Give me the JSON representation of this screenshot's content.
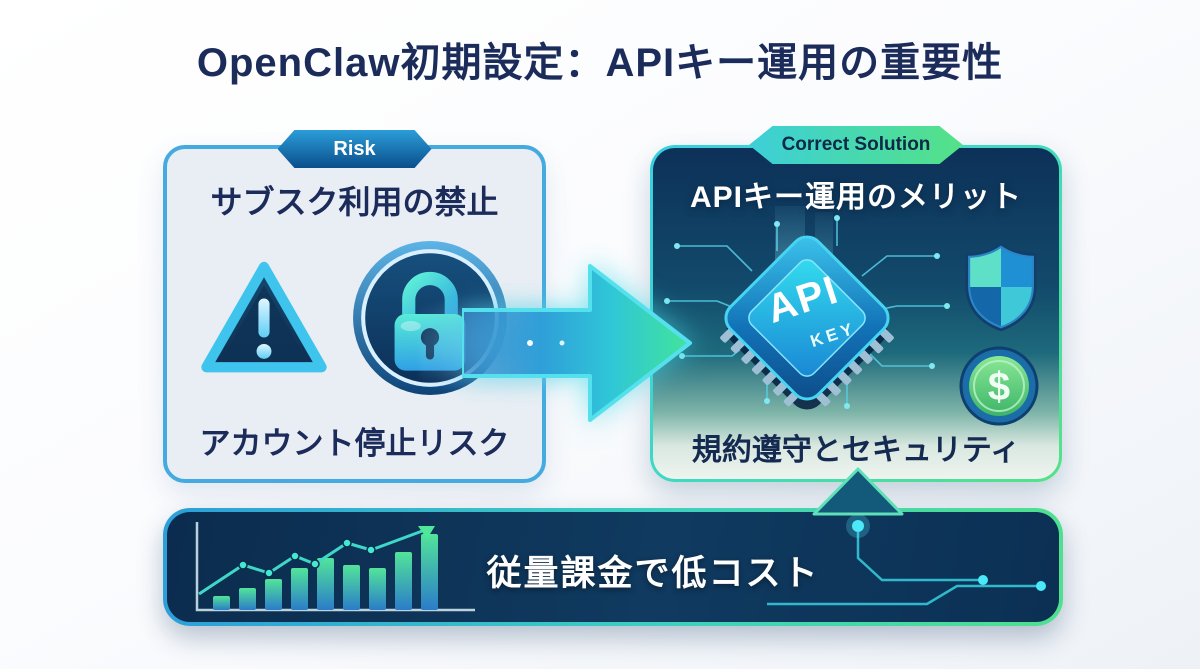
{
  "title": "OpenClaw初期設定：APIキー運用の重要性",
  "risk_card": {
    "badge": "Risk",
    "heading": "サブスク利用の禁止",
    "footer": "アカウント停止リスク",
    "icons": [
      "warning-triangle-icon",
      "lock-icon"
    ]
  },
  "solution_card": {
    "badge": "Correct Solution",
    "heading": "APIキー運用のメリット",
    "chip_api": "API",
    "chip_key": "KEY",
    "footer": "規約遵守とセキュリティ",
    "icons": [
      "api-chip-icon",
      "shield-icon",
      "dollar-coin-icon"
    ]
  },
  "flow": {
    "icons": [
      "arrow-right-icon",
      "arrow-up-connector-icon"
    ]
  },
  "banner": {
    "label": "従量課金で低コスト",
    "chart_bars": [
      14,
      22,
      31,
      42,
      52,
      45,
      42,
      58,
      76
    ],
    "icons": [
      "growth-chart-icon",
      "circuit-traces-icon"
    ]
  },
  "colors": {
    "title_navy": "#1b2b5a",
    "risk_border": "#45aadf",
    "risk_bg": "#e9eef4",
    "risk_badge_top": "#2b9dd8",
    "risk_badge_bottom": "#0a4f8c",
    "solution_badge_left": "#3ccfd8",
    "solution_badge_right": "#54e287",
    "panel_navy": "#0d3159",
    "banner_bg": "#0b2c4e",
    "accent_cyan": "#3fd4f0",
    "accent_green": "#4ae08f"
  }
}
